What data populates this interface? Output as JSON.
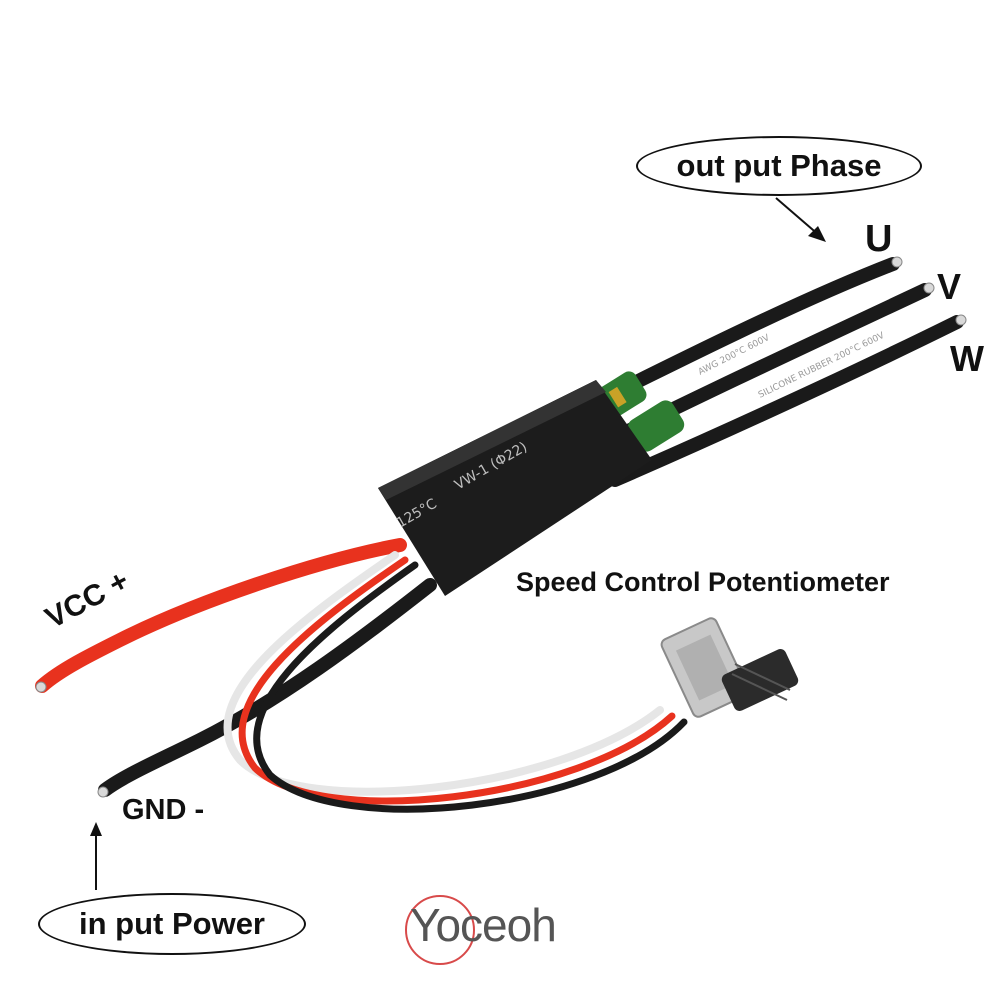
{
  "labels": {
    "output_phase": "out put Phase",
    "phase_u": "U",
    "phase_v": "V",
    "phase_w": "W",
    "speed_control": "Speed Control Potentiometer",
    "vcc": "VCC +",
    "gnd": "GND -",
    "input_power": "in put Power"
  },
  "module_print": {
    "temperature": "125°C",
    "rating": "VW-1 (Φ22)",
    "cable_print_v": "AWG 200°C 600V",
    "cable_print_w": "SILICONE RUBBER 200°C 600V"
  },
  "brand": "Yoceoh",
  "colors": {
    "background": "#ffffff",
    "wire_black": "#1a1a1a",
    "wire_red": "#e8321e",
    "wire_white": "#f2f2f2",
    "module_body": "#1c1c1c",
    "capacitor": "#2e7d32",
    "brand_circle": "#d84a4a"
  }
}
